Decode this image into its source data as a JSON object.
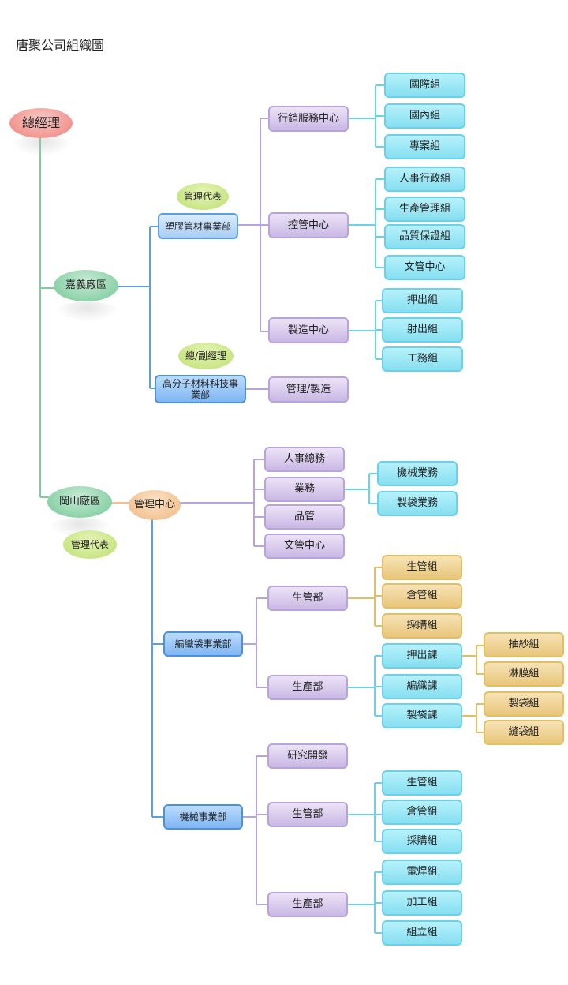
{
  "title": "唐聚公司組織圖",
  "nodes": {
    "gm": "總經理",
    "chiayi": "嘉義廠區",
    "gangshan": "岡山廠區",
    "gangshan_mgmt": "管理中心",
    "rep1": "管理代表",
    "rep2": "總/副經理",
    "rep3": "管理代表",
    "plastic": "塑膠管材事業部",
    "polymer": "高分子材料科技事業部",
    "sales_center": "行銷服務中心",
    "control_center": "控管中心",
    "mfg_center": "製造中心",
    "mgmt_mfg": "管理/製造",
    "intl": "國際組",
    "domestic": "國內組",
    "project": "專案組",
    "hr_admin": "人事行政組",
    "prod_mgmt": "生產管理組",
    "qa": "品質保證組",
    "doc_center1": "文管中心",
    "extrude": "押出組",
    "inject": "射出組",
    "works": "工務組",
    "hr_general": "人事總務",
    "business": "業務",
    "quality": "品管",
    "doc_center2": "文管中心",
    "mach_sales": "機械業務",
    "bag_sales": "製袋業務",
    "woven": "編織袋事業部",
    "wv_prodmgmt": "生管部",
    "wv_prod": "生產部",
    "wv_pm_group": "生管組",
    "wv_store": "倉管組",
    "wv_purchase": "採購組",
    "wv_extrude": "押出課",
    "wv_weave": "編織課",
    "wv_bag": "製袋課",
    "yarn": "抽紗組",
    "film": "淋膜組",
    "bagmake": "製袋組",
    "sew": "縫袋組",
    "machinery": "機械事業部",
    "rd": "研究開發",
    "mc_prodmgmt": "生管部",
    "mc_prod": "生產部",
    "mc_pm_group": "生管組",
    "mc_store": "倉管組",
    "mc_purchase": "採購組",
    "weld": "電焊組",
    "process": "加工組",
    "assembly": "組立組"
  },
  "colors": {
    "green_line": "#7ccf9c",
    "blue_line": "#5a9fe6",
    "purple_line": "#b8a3dc",
    "cyan_line": "#69d1ea",
    "gold_line": "#e3bf62",
    "orange_line": "#f2c08e"
  }
}
